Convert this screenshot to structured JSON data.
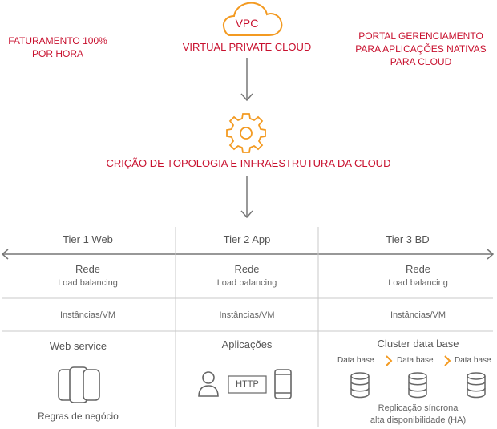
{
  "header": {
    "left_note": "FATURAMENTO 100%\nPOR HORA",
    "vpc_label": "VPC",
    "vpc_caption": "VIRTUAL PRIVATE CLOUD",
    "right_note": "PORTAL GERENCIAMENTO\nPARA APLICAÇÕES NATIVAS\nPARA CLOUD"
  },
  "topology_caption": "CRIÇÃO DE TOPOLOGIA E INFRAESTRUTURA DA CLOUD",
  "tiers": [
    {
      "title": "Tier 1 Web",
      "rede": "Rede",
      "load": "Load balancing",
      "instances": "Instâncias/VM",
      "service": "Web service",
      "footer": "Regras de negócio"
    },
    {
      "title": "Tier 2 App",
      "rede": "Rede",
      "load": "Load balancing",
      "instances": "Instâncias/VM",
      "service": "Aplicações",
      "http": "HTTP"
    },
    {
      "title": "Tier 3 BD",
      "rede": "Rede",
      "load": "Load balancing",
      "instances": "Instâncias/VM",
      "service": "Cluster data base",
      "db_labels": [
        "Data base",
        "Data base",
        "Data base"
      ],
      "footer": "Replicação síncrona\nalta disponibilidade (HA)"
    }
  ],
  "colors": {
    "accent": "#f39a21",
    "red": "#c8102e",
    "line": "#c8c8c8",
    "icon": "#666666"
  }
}
